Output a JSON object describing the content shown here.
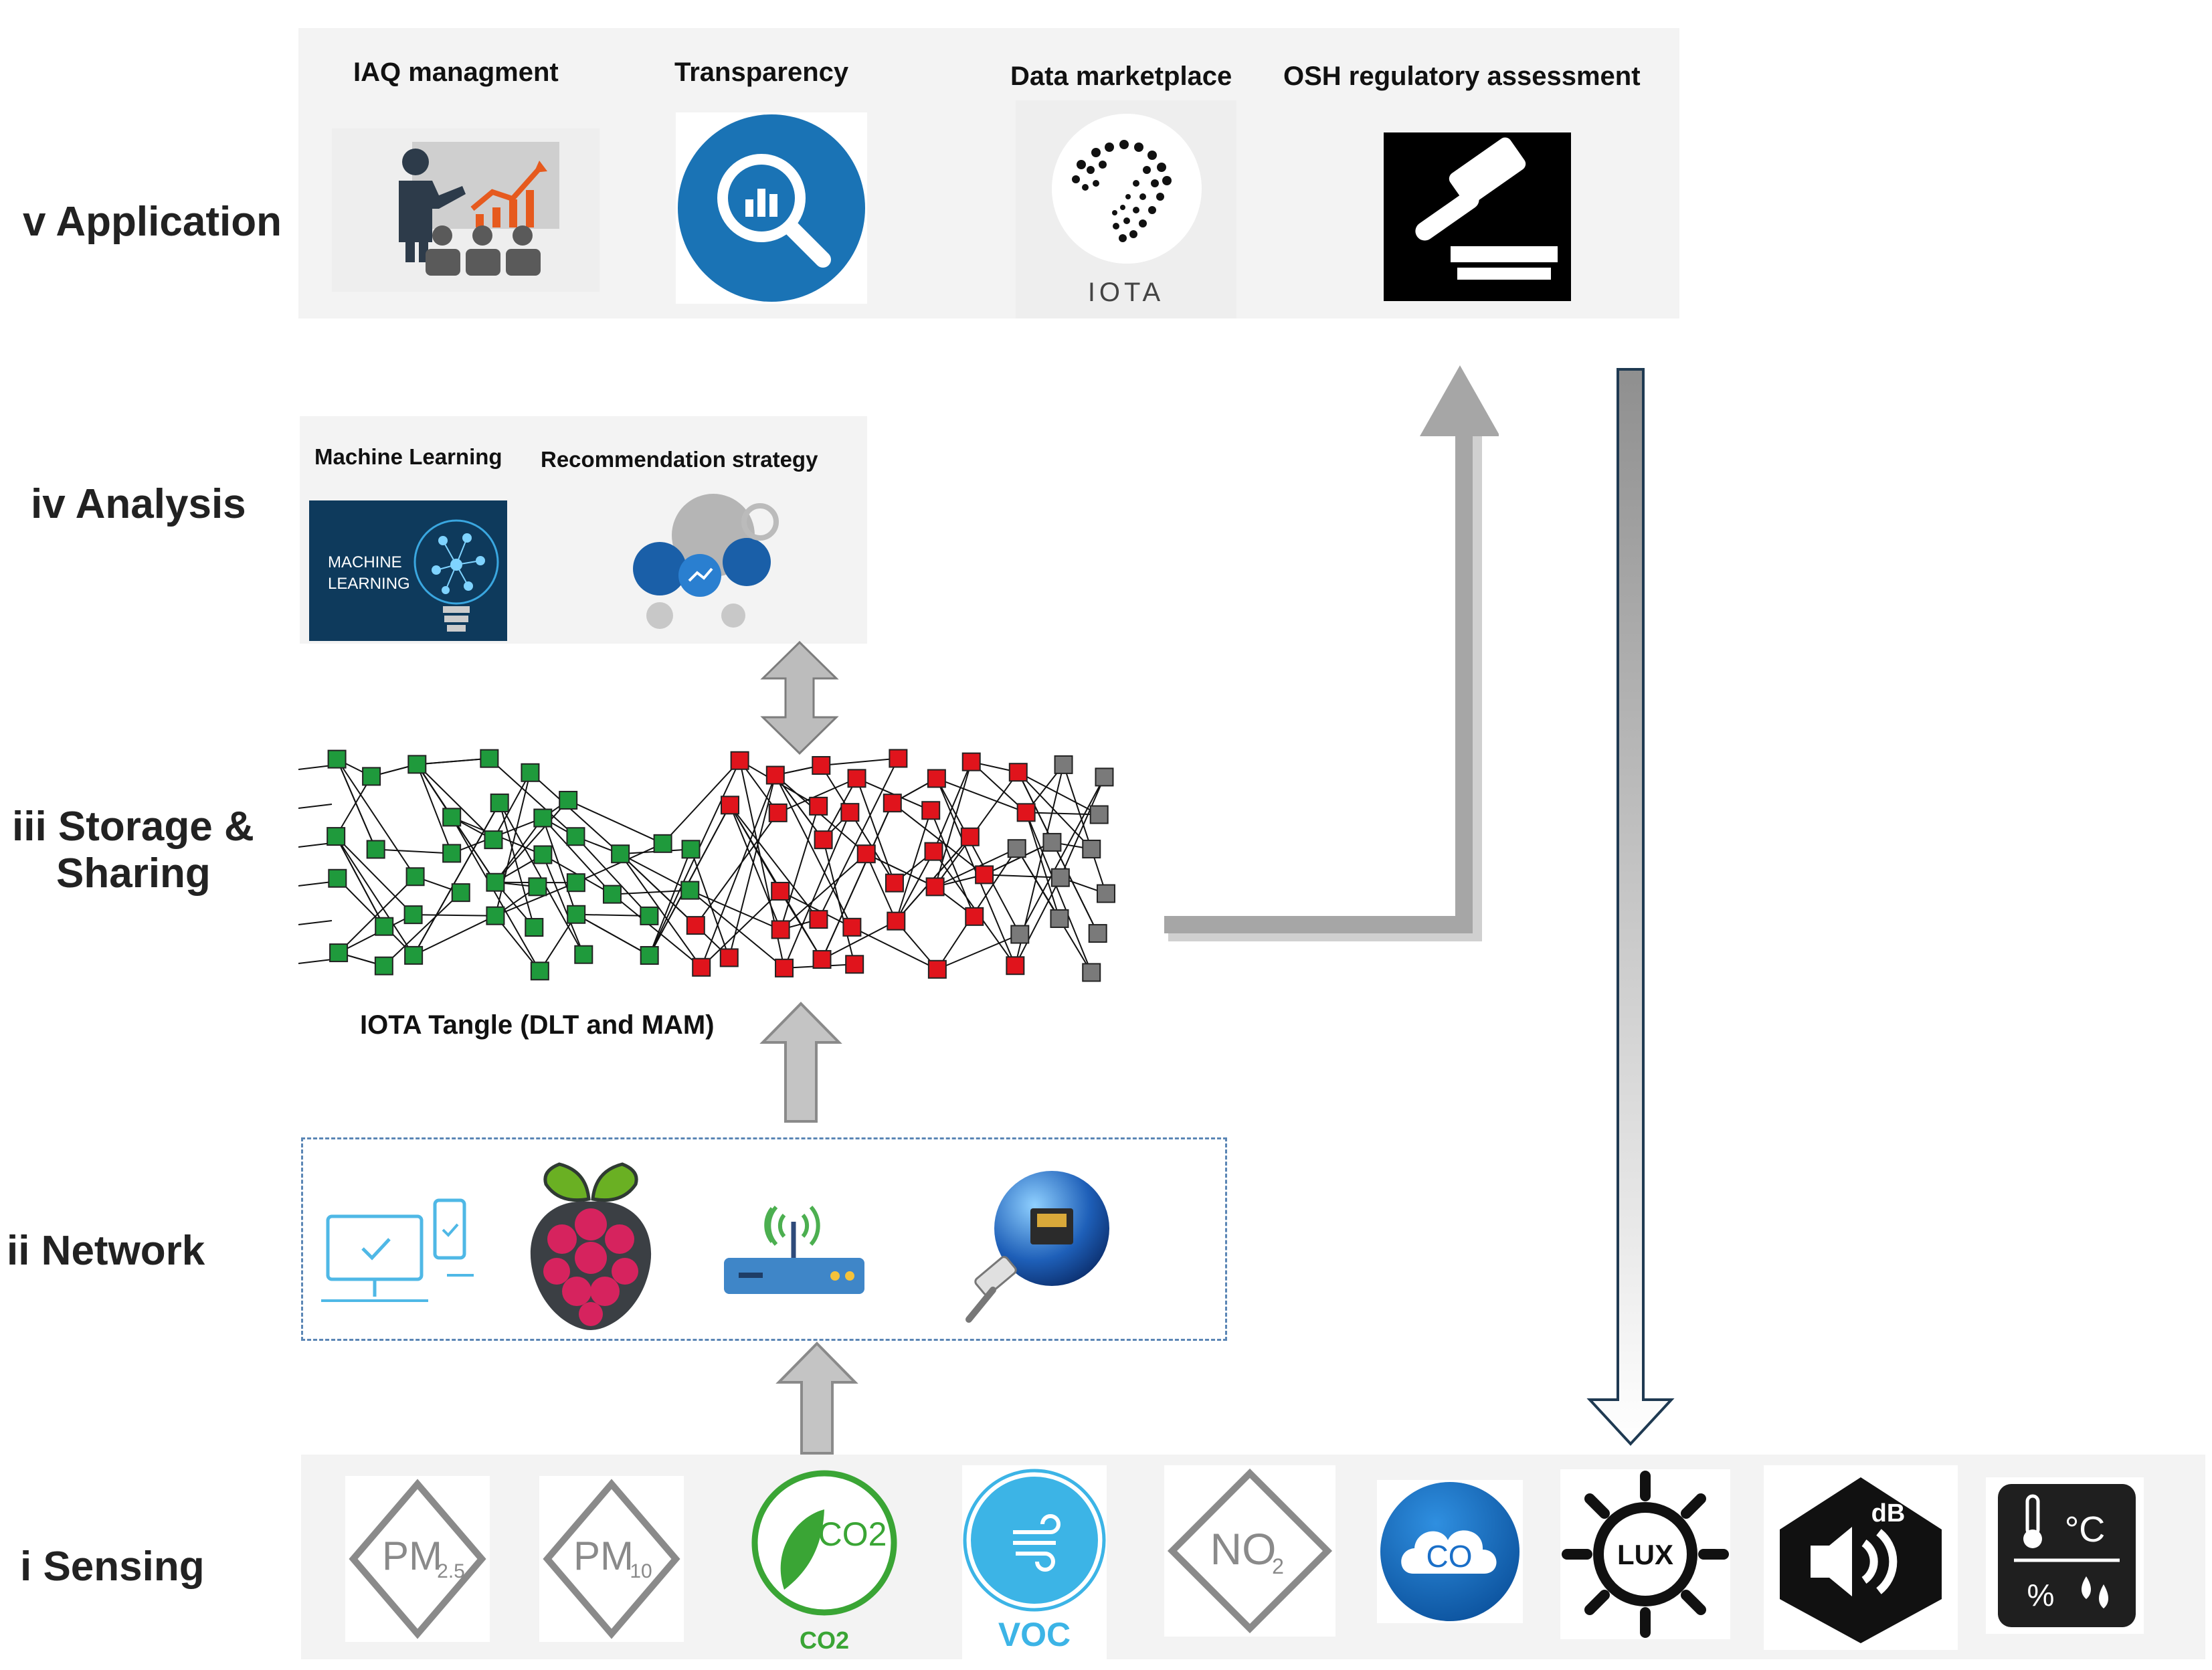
{
  "layers": [
    {
      "id": "application",
      "label": "v Application"
    },
    {
      "id": "analysis",
      "label": "iv Analysis"
    },
    {
      "id": "storage",
      "label_line1": "iii Storage &",
      "label_line2": "Sharing"
    },
    {
      "id": "network",
      "label": "ii Network"
    },
    {
      "id": "sensing",
      "label": "i Sensing"
    }
  ],
  "application": {
    "items": [
      {
        "label": "IAQ managment",
        "icon": "presentation-icon"
      },
      {
        "label": "Transparency",
        "icon": "magnifier-chart-icon"
      },
      {
        "label": "Data marketplace",
        "icon": "iota-logo",
        "logo_text": "IOTA"
      },
      {
        "label": "OSH regulatory assessment",
        "icon": "gavel-icon"
      }
    ]
  },
  "analysis": {
    "items": [
      {
        "label": "Machine Learning",
        "icon": "machine-learning-icon",
        "art_text": "MACHINE LEARNING"
      },
      {
        "label": "Recommendation strategy",
        "icon": "gears-icon"
      }
    ]
  },
  "storage": {
    "caption": "IOTA Tangle (DLT and MAM)",
    "node_colors": {
      "confirmed": "#1f9a3c",
      "pending": "#e0141c",
      "tip": "#7a7a7a"
    }
  },
  "network": {
    "items": [
      {
        "icon": "computer-phone-icon"
      },
      {
        "icon": "raspberry-pi-icon"
      },
      {
        "icon": "wifi-router-icon"
      },
      {
        "icon": "ethernet-globe-icon"
      }
    ]
  },
  "sensing": {
    "sensors": [
      {
        "icon": "pm25-icon",
        "label": "PM",
        "sub": "2.5"
      },
      {
        "icon": "pm10-icon",
        "label": "PM",
        "sub": "10"
      },
      {
        "icon": "co2-leaf-icon",
        "label": "CO2",
        "caption": "CO2"
      },
      {
        "icon": "voc-icon",
        "caption": "VOC"
      },
      {
        "icon": "no2-icon",
        "label": "NO",
        "sub": "2"
      },
      {
        "icon": "co-cloud-icon",
        "label": "CO"
      },
      {
        "icon": "lux-sun-icon",
        "label": "LUX"
      },
      {
        "icon": "decibel-speaker-icon",
        "label": "dB"
      },
      {
        "icon": "temperature-humidity-icon",
        "label_top": "°C",
        "label_bottom": "%"
      }
    ]
  },
  "colors": {
    "panel": "#f3f3f3",
    "arrow_gray": "#a6a6a6",
    "transparency_blue": "#1a73b5",
    "voc_blue": "#3cb4e6",
    "co2_green": "#3aa535",
    "ml_navy": "#0e3a5c"
  }
}
